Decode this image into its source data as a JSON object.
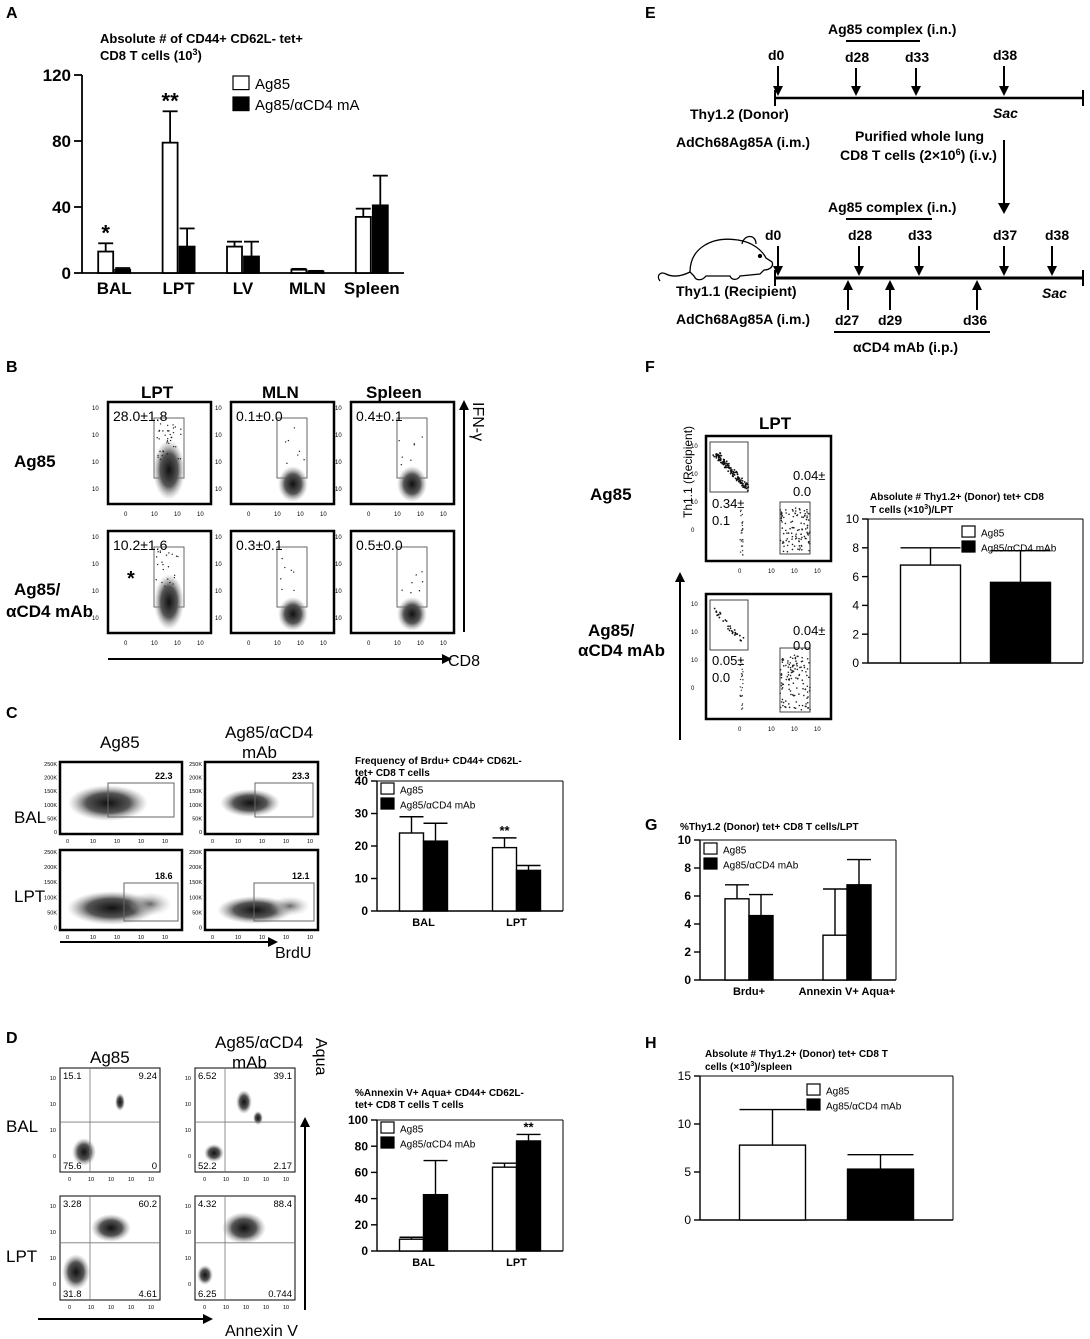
{
  "panel_letters": [
    "A",
    "B",
    "C",
    "D",
    "E",
    "F",
    "G",
    "H"
  ],
  "colors": {
    "ag85": "#ffffff",
    "cd4": "#000000",
    "stroke": "#000000"
  },
  "chart_data": [
    {
      "id": "A",
      "type": "bar",
      "title": [
        "Absolute # of CD44+ CD62L- tet+",
        "CD8 T cells (10",
        "3",
        ")"
      ],
      "categories": [
        "BAL",
        "LPT",
        "LV",
        "MLN",
        "Spleen"
      ],
      "series": [
        {
          "name": "Ag85",
          "values": [
            13,
            79,
            16,
            2,
            34
          ],
          "errors": [
            5,
            19,
            3,
            0.5,
            5
          ]
        },
        {
          "name": "Ag85/αCD4 mA",
          "values": [
            2,
            16,
            10,
            1,
            41
          ],
          "errors": [
            1,
            11,
            9,
            0.3,
            18
          ]
        }
      ],
      "ylim": [
        0,
        120
      ],
      "yticks": [
        0,
        40,
        80,
        120
      ],
      "annotations": [
        {
          "category": "BAL",
          "text": "*"
        },
        {
          "category": "LPT",
          "text": "**"
        }
      ]
    },
    {
      "id": "C",
      "type": "bar",
      "title": [
        "Frequency of Brdu+ CD44+ CD62L-",
        "tet+ CD8 T cells"
      ],
      "categories": [
        "BAL",
        "LPT"
      ],
      "series": [
        {
          "name": "Ag85",
          "values": [
            24,
            19.5
          ],
          "errors": [
            5,
            3
          ]
        },
        {
          "name": "Ag85/αCD4 mAb",
          "values": [
            21.5,
            12.5
          ],
          "errors": [
            5.5,
            1.5
          ]
        }
      ],
      "ylim": [
        0,
        40
      ],
      "yticks": [
        0,
        10,
        20,
        30,
        40
      ],
      "annotations": [
        {
          "category": "LPT",
          "text": "**"
        }
      ]
    },
    {
      "id": "D",
      "type": "bar",
      "title": [
        "%Annexin V+ Aqua+ CD44+ CD62L-",
        "tet+ CD8 T cells T cells"
      ],
      "categories": [
        "BAL",
        "LPT"
      ],
      "series": [
        {
          "name": "Ag85",
          "values": [
            9,
            64
          ],
          "errors": [
            1.5,
            3
          ]
        },
        {
          "name": "Ag85/αCD4 mAb",
          "values": [
            43,
            84
          ],
          "errors": [
            26,
            5
          ]
        }
      ],
      "ylim": [
        0,
        100
      ],
      "yticks": [
        0,
        20,
        40,
        60,
        80,
        100
      ],
      "annotations": [
        {
          "category": "LPT",
          "text": "**"
        }
      ]
    },
    {
      "id": "F",
      "type": "bar",
      "title": [
        "Absolute # Thy1.2+ (Donor) tet+ CD8",
        "T cells (×10",
        "3",
        ")/LPT"
      ],
      "categories": [
        ""
      ],
      "series": [
        {
          "name": "Ag85",
          "values": [
            6.8
          ],
          "errors": [
            1.2
          ]
        },
        {
          "name": "Ag85/αCD4 mAb",
          "values": [
            5.6
          ],
          "errors": [
            2.2
          ]
        }
      ],
      "ylim": [
        0,
        10
      ],
      "yticks": [
        0,
        2,
        4,
        6,
        8,
        10
      ],
      "annotations": []
    },
    {
      "id": "G",
      "type": "bar",
      "title": [
        "%Thy1.2 (Donor) tet+ CD8 T cells/LPT"
      ],
      "categories": [
        "Brdu+",
        "Annexin V+ Aqua+"
      ],
      "series": [
        {
          "name": "Ag85",
          "values": [
            5.8,
            3.2
          ],
          "errors": [
            1,
            3.3
          ]
        },
        {
          "name": "Ag85/αCD4 mAb",
          "values": [
            4.6,
            6.8
          ],
          "errors": [
            1.5,
            1.8
          ]
        }
      ],
      "ylim": [
        0,
        10
      ],
      "yticks": [
        0,
        2,
        4,
        6,
        8,
        10
      ],
      "annotations": []
    },
    {
      "id": "H",
      "type": "bar",
      "title": [
        "Absolute # Thy1.2+ (Donor) tet+ CD8 T",
        "cells (×10",
        "3",
        ")/spleen"
      ],
      "categories": [
        ""
      ],
      "series": [
        {
          "name": "Ag85",
          "values": [
            7.8
          ],
          "errors": [
            3.7
          ]
        },
        {
          "name": "Ag85/αCD4 mAb",
          "values": [
            5.3
          ],
          "errors": [
            1.5
          ]
        }
      ],
      "ylim": [
        0,
        15
      ],
      "yticks": [
        0,
        5,
        10,
        15
      ],
      "annotations": []
    }
  ],
  "flow_B": {
    "columns": [
      "LPT",
      "MLN",
      "Spleen"
    ],
    "rows": [
      "Ag85",
      "Ag85/",
      "αCD4 mAb"
    ],
    "values": [
      [
        "28.0±1.8",
        "0.1±0.0",
        "0.4±0.1"
      ],
      [
        "10.2±1.6",
        "0.3±0.1",
        "0.5±0.0"
      ]
    ],
    "star": "*",
    "x_axis": "CD8",
    "y_axis": "IFN-γ",
    "ticks": [
      "0",
      "10",
      "2",
      "10",
      "3",
      "10",
      "4",
      "10",
      "5"
    ]
  },
  "flow_C": {
    "columns": [
      "Ag85",
      "Ag85/αCD4",
      "mAb"
    ],
    "rows": [
      "BAL",
      "LPT"
    ],
    "values": [
      [
        "22.3",
        "23.3"
      ],
      [
        "18.6",
        "12.1"
      ]
    ],
    "yticks": [
      "250K",
      "200K",
      "150K",
      "100K",
      "50K",
      "0"
    ],
    "x_axis": "BrdU"
  },
  "flow_D": {
    "columns": [
      "Ag85",
      "Ag85/αCD4",
      "mAb"
    ],
    "rows": [
      "BAL",
      "LPT"
    ],
    "quadrants": [
      [
        [
          "15.1",
          "9.24",
          "75.6",
          "0"
        ],
        [
          "6.52",
          "39.1",
          "52.2",
          "2.17"
        ]
      ],
      [
        [
          "3.28",
          "60.2",
          "31.8",
          "4.61"
        ],
        [
          "4.32",
          "88.4",
          "6.25",
          "0.744"
        ]
      ]
    ],
    "x_axis": "Annexin V",
    "y_axis": "Aqua"
  },
  "schema_E": {
    "donor_days": [
      "d0",
      "d28",
      "d33",
      "d38"
    ],
    "donor_label": "Thy1.2 (Donor)",
    "sac": "Sac",
    "complex": "Ag85 complex (i.n.)",
    "vaccine": "AdCh68Ag85A (i.m.)",
    "transfer": [
      "Purified whole lung",
      "CD8 T cells (2×10",
      "6",
      ") (i.v.)"
    ],
    "recipient_days": [
      "d0",
      "d28",
      "d33",
      "d37",
      "d38"
    ],
    "recipient_label": "Thy1.1 (Recipient)",
    "mab_days": [
      "d27",
      "d29",
      "d36"
    ],
    "mab": "αCD4 mAb (i.p.)"
  },
  "flow_F": {
    "title": "LPT",
    "rows": [
      "Ag85",
      "Ag85/",
      "αCD4 mAb"
    ],
    "y_axis": "Th1.1 (Recipient)",
    "values": [
      [
        "0.34±",
        "0.1",
        "0.04±",
        "0.0"
      ],
      [
        "0.05±",
        "0.0",
        "0.04±",
        "0.0"
      ]
    ],
    "ticks": [
      "0",
      "10",
      "3",
      "10",
      "4",
      "10",
      "5"
    ]
  }
}
